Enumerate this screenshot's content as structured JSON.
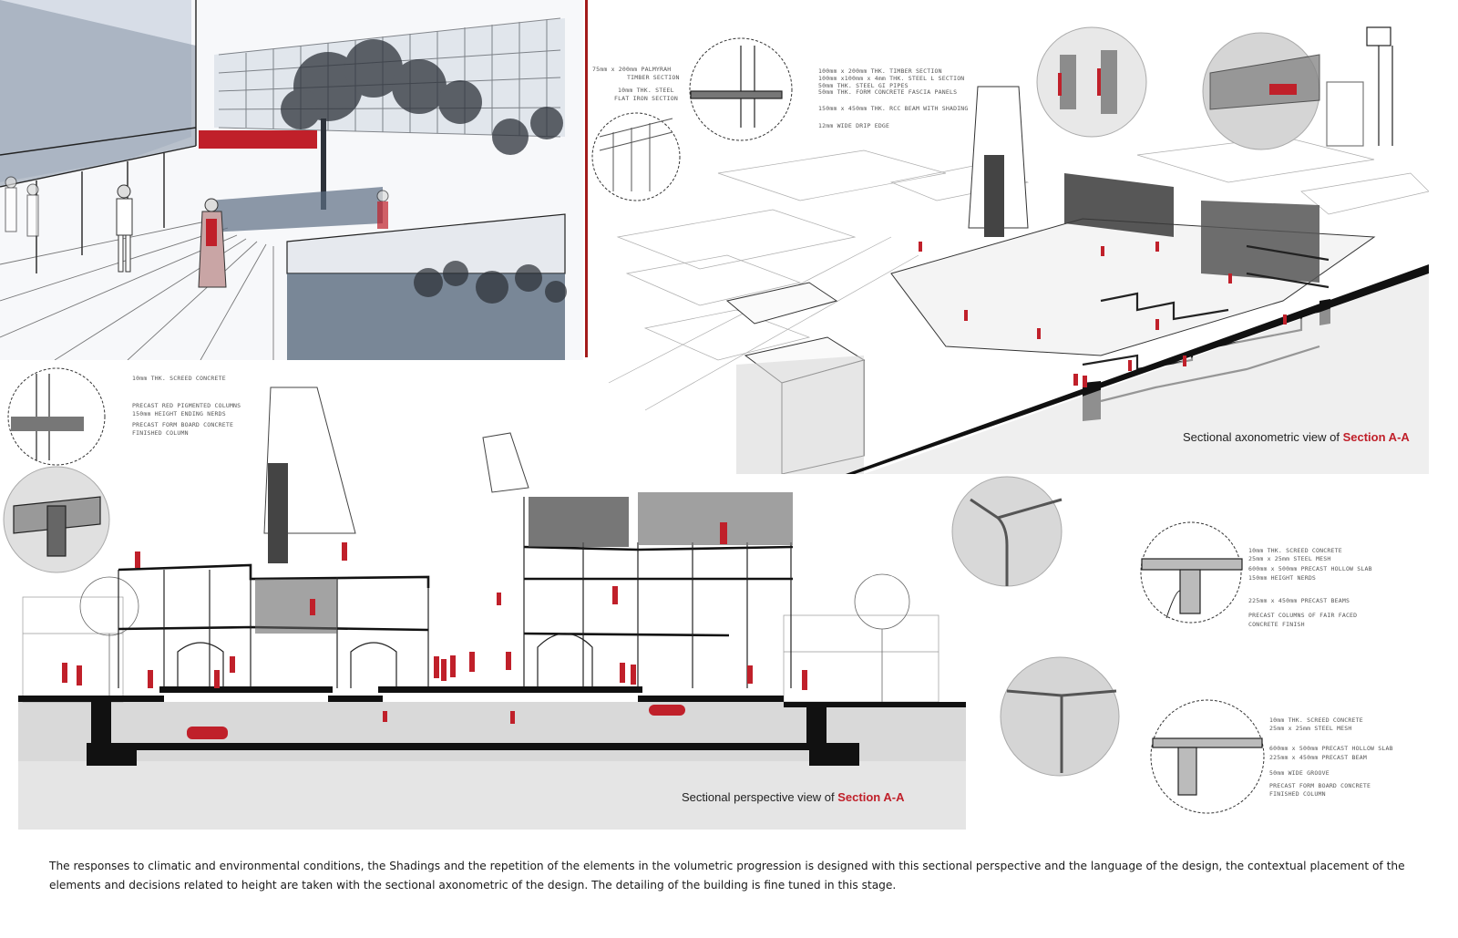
{
  "captions": {
    "axonometric": {
      "prefix": "Sectional axonometric view of ",
      "highlight": "Section A-A"
    },
    "perspective": {
      "prefix": "Sectional perspective view of ",
      "highlight": "Section A-A"
    }
  },
  "description": "The responses to climatic and environmental conditions, the Shadings and the repetition of the elements in the volumetric progression is designed with this sectional perspective and the language of the design, the contextual placement of the elements and decisions related to height are taken with the sectional axonometric of the design. The detailing of the building is fine tuned in this stage.",
  "detail_notes": {
    "top_left": [
      "75mm x 200mm PALMYRAH",
      "TIMBER SECTION",
      "10mm THK. STEEL",
      "FLAT IRON SECTION"
    ],
    "top_right": [
      "100mm x 200mm THK. TIMBER SECTION",
      "100mm x100mm x 4mm THK. STEEL L SECTION",
      "50mm THK. STEEL GI PIPES",
      "50mm THK. FORM CONCRETE FASCIA PANELS",
      "150mm x 450mm THK. RCC BEAM WITH SHADING",
      "12mm WIDE DRIP EDGE"
    ],
    "mid_left": [
      "10mm THK. SCREED CONCRETE",
      "PRECAST RED PIGMENTED COLUMNS",
      "150mm HEIGHT ENDING NERDS",
      "PRECAST FORM BOARD CONCRETE",
      "FINISHED COLUMN"
    ],
    "right_mid": [
      "10mm THK. SCREED CONCRETE",
      "25mm x 25mm STEEL MESH",
      "600mm x 500mm PRECAST HOLLOW SLAB",
      "150mm HEIGHT NERDS",
      "225mm x 450mm PRECAST BEAMS",
      "PRECAST COLUMNS OF FAIR FACED",
      "CONCRETE FINISH"
    ],
    "right_bottom": [
      "10mm THK. SCREED CONCRETE",
      "25mm x 25mm STEEL MESH",
      "600mm x 500mm PRECAST HOLLOW SLAB",
      "225mm x 450mm PRECAST BEAM",
      "50mm WIDE GROOVE",
      "PRECAST FORM BOARD CONCRETE",
      "FINISHED COLUMN"
    ]
  },
  "colors": {
    "accent_red": "#c0202a",
    "rule_red": "#a31b1b",
    "ink": "#1a1a1a",
    "wash": "#cfd6df"
  },
  "icons": [
    "detail-circle",
    "human-figure",
    "tree-sketch"
  ]
}
